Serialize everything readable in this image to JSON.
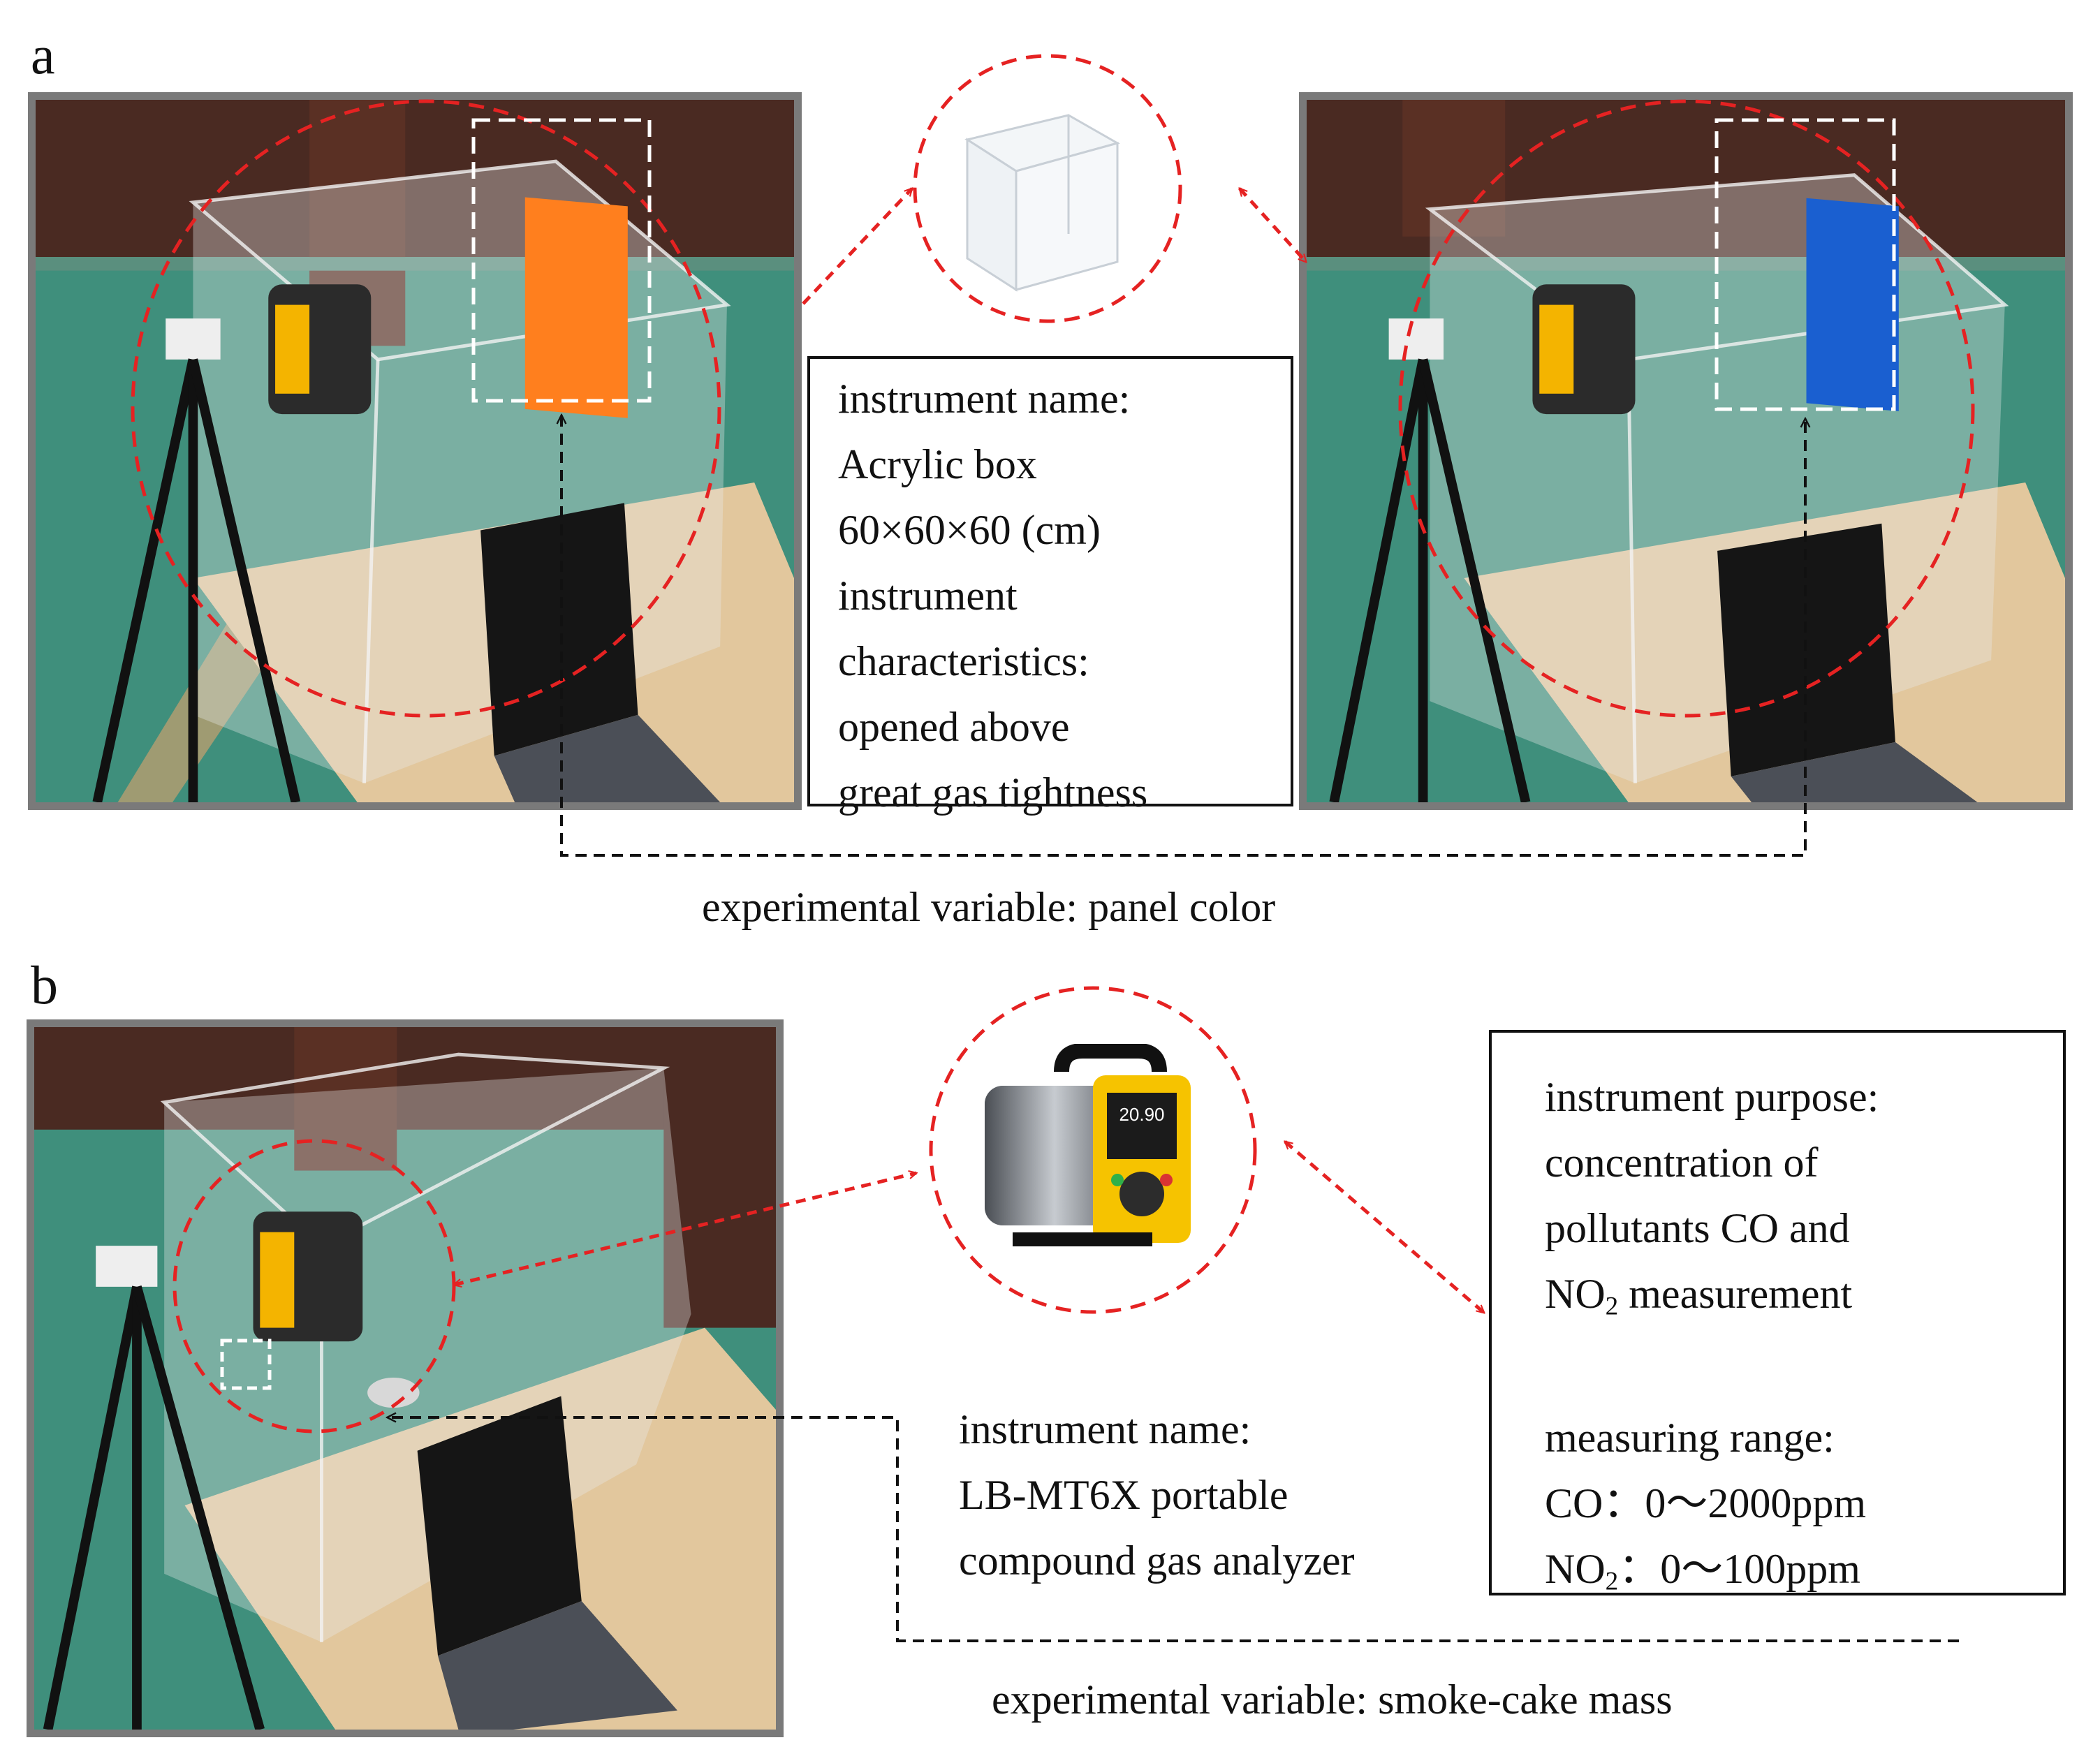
{
  "panel_a": {
    "label": "a",
    "box_info_lines": [
      "instrument name:",
      "Acrylic box",
      "60×60×60 (cm)",
      "instrument",
      "characteristics:",
      "opened above",
      "great gas tightness"
    ],
    "caption": "experimental variable: panel color",
    "colors": {
      "panel_left": "#ff7f1e",
      "panel_right": "#1a5fd0",
      "annotation": "#e52222"
    }
  },
  "panel_b": {
    "label": "b",
    "analyzer_display": "20.90",
    "name_lines": [
      "instrument name:",
      "LB-MT6X portable",
      "compound gas analyzer"
    ],
    "purpose_lines": {
      "l1": "instrument purpose:",
      "l2": "concentration of",
      "l3": "pollutants CO and",
      "l4_main": "NO",
      "l4_sub": "2",
      "l4_rest": " measurement",
      "l5": "measuring range:",
      "l6": "CO：0～2000ppm",
      "l7_main": "NO",
      "l7_sub": "2",
      "l7_rest": "：0～100ppm"
    },
    "caption": "experimental variable: smoke-cake mass"
  }
}
